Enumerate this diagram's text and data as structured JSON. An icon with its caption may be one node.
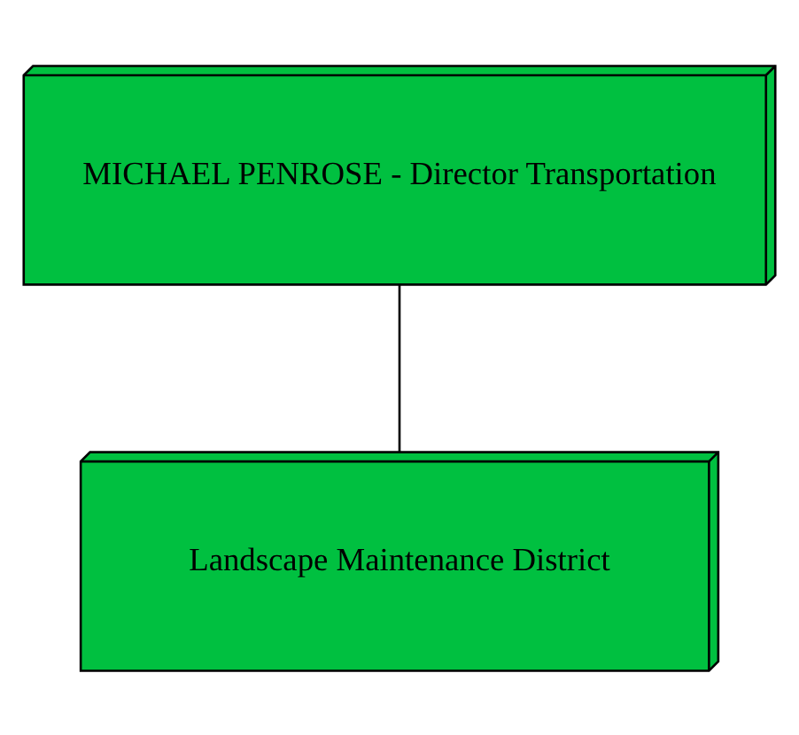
{
  "diagram": {
    "nodes": [
      {
        "text": [
          "MICHAEL PENROSE - Director Transportation"
        ]
      },
      {
        "text": [
          "Landscape Maintenance District"
        ]
      }
    ],
    "edges": [
      {
        "from": 0,
        "to": 1,
        "arrow": "none"
      }
    ]
  }
}
